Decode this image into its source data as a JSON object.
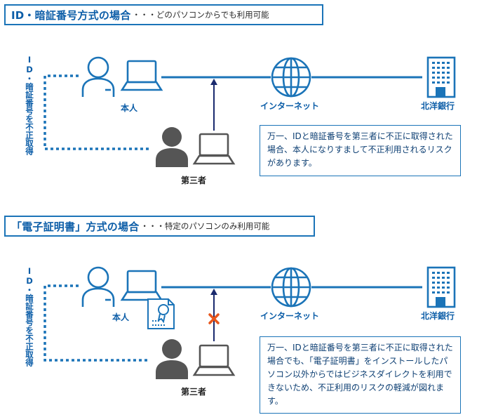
{
  "section1": {
    "title": "ID・暗証番号方式の場合",
    "subtitle": "・・・どのパソコンからでも利用可能",
    "side_label": "ID・暗証番号を不正取得",
    "person_label": "本人",
    "internet_label": "インターネット",
    "bank_label": "北洋銀行",
    "third_party_label": "第三者",
    "note": "万一、IDと暗証番号を第三者に不正に取得された場合、本人になりすまして不正利用されるリスクがあります。"
  },
  "section2": {
    "title": "「電子証明書」方式の場合",
    "subtitle": "・・・特定のパソコンのみ利用可能",
    "side_label": "ID・暗証番号を不正取得",
    "person_label": "本人",
    "internet_label": "インターネット",
    "bank_label": "北洋銀行",
    "third_party_label": "第三者",
    "note": "万一、IDと暗証番号を第三者に不正に取得された場合でも、「電子証明書」をインストールしたパソコン以外からではビジネスダイレクトを利用できないため、不正利用のリスクの軽減が図れます。"
  },
  "colors": {
    "brand_blue": "#1b74b8",
    "dark_blue": "#0d5ea8",
    "navy_arrow": "#1a2a6e",
    "third_party_gray": "#555555",
    "block_orange": "#e8561c"
  }
}
